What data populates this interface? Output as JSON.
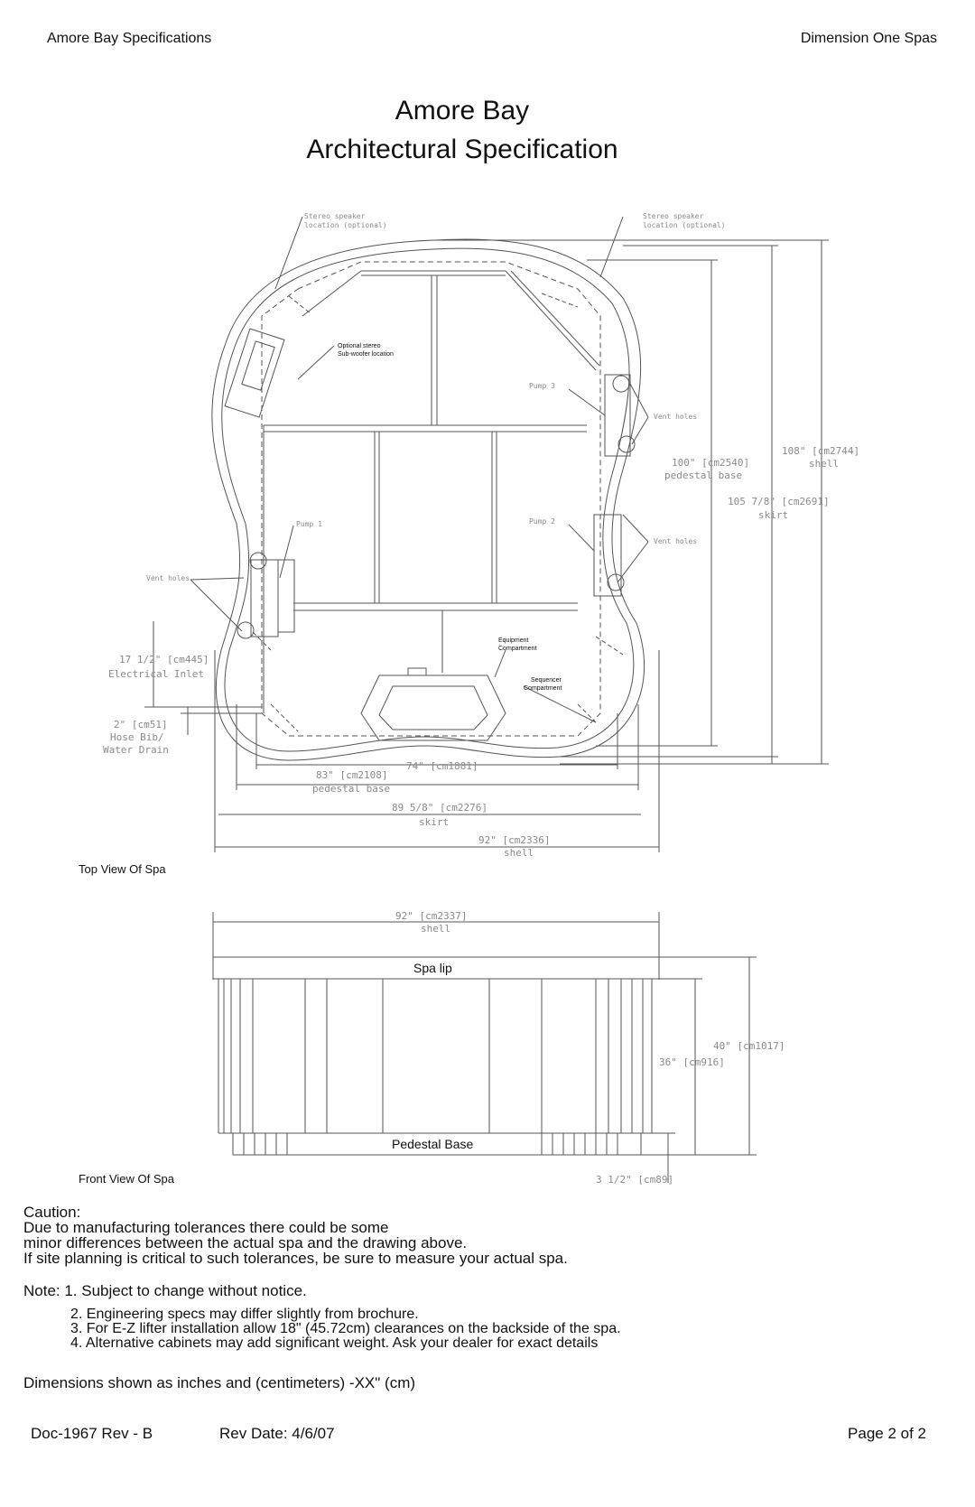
{
  "header": {
    "left": "Amore Bay Specifications",
    "right": "Dimension One Spas"
  },
  "title": {
    "line1": "Amore Bay",
    "line2": "Architectural Specification"
  },
  "top_view": {
    "label": "Top View Of Spa",
    "callouts": {
      "speaker_left_1": "Stereo speaker",
      "speaker_left_2": "location (optional)",
      "speaker_right_1": "Stereo speaker",
      "speaker_right_2": "location (optional)",
      "subwoofer_1": "Optional stereo",
      "subwoofer_2": "Sub-woofer location",
      "pump3": "Pump 3",
      "pump2": "Pump 2",
      "pump1": "Pump 1",
      "vent_top": "Vent holes",
      "vent_mid": "Vent holes",
      "vent_left": "Vent holes",
      "equip_1": "Equipment",
      "equip_2": "Compartment",
      "seq_1": "Sequencer",
      "seq_2": "Compartment"
    },
    "dims": {
      "ped_base_v_1": "100\" [cm2540]",
      "ped_base_v_2": "pedestal base",
      "shell_v_1": "108\" [cm2744]",
      "shell_v_2": "shell",
      "skirt_v_1": "105 7/8\" [cm2691]",
      "skirt_v_2": "skirt",
      "electrical_1": "17 1/2\" [cm445]",
      "electrical_2": "Electrical Inlet",
      "drain_1": "2\" [cm51]",
      "drain_2": "Hose Bib/",
      "drain_3": "Water Drain",
      "inner_h": "74\" [cm1881]",
      "ped_base_h_1": "83\" [cm2108]",
      "ped_base_h_2": "pedestal base",
      "skirt_h_1": "89 5/8\" [cm2276]",
      "skirt_h_2": "skirt",
      "shell_h_1": "92\" [cm2336]",
      "shell_h_2": "shell"
    }
  },
  "front_view": {
    "label": "Front View Of Spa",
    "spa_lip": "Spa lip",
    "pedestal_base": "Pedestal Base",
    "dims": {
      "shell_1": "92\" [cm2337]",
      "shell_2": "shell",
      "h40": "40\" [cm1017]",
      "h36": "36\" [cm916]",
      "h3": "3 1/2\" [cm89]"
    }
  },
  "caution": {
    "heading": "Caution:",
    "line1": "Due to manufacturing tolerances there could be some",
    "line2": "minor differences between the actual spa and the drawing above.",
    "line3": "If site planning is critical to such tolerances, be sure to measure your actual spa."
  },
  "notes": {
    "n1": "Note: 1. Subject to change without notice.",
    "n2": "2.  Engineering specs may differ slightly from brochure.",
    "n3": "3.  For E-Z lifter installation allow 18\" (45.72cm) clearances on the backside of the spa.",
    "n4": "4.  Alternative cabinets may add significant weight.  Ask your dealer for exact details"
  },
  "dimensions_note": "Dimensions shown as inches and (centimeters) -XX\" (cm)",
  "footer": {
    "doc": "Doc-1967 Rev - B",
    "rev_date": "Rev Date: 4/6/07",
    "page": "Page 2 of 2"
  }
}
